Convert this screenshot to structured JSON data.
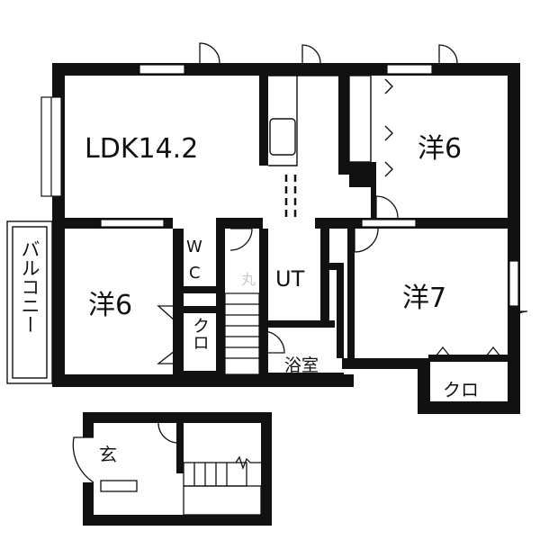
{
  "floor_plan": {
    "rooms": {
      "ldk": "LDK14.2",
      "western_ne": "洋6",
      "western_w": "洋6",
      "western_se": "洋7",
      "wc_top": "W",
      "wc_bottom": "C",
      "utility": "UT",
      "bath": "浴室",
      "closet_w": "クロ",
      "closet_se": "クロ",
      "balcony": "バルコニー",
      "entrance": "玄"
    },
    "watermark": "丸"
  },
  "colors": {
    "wall": "#111111",
    "background": "#ffffff",
    "fixture": "#555555",
    "watermark": "#cccccc"
  }
}
